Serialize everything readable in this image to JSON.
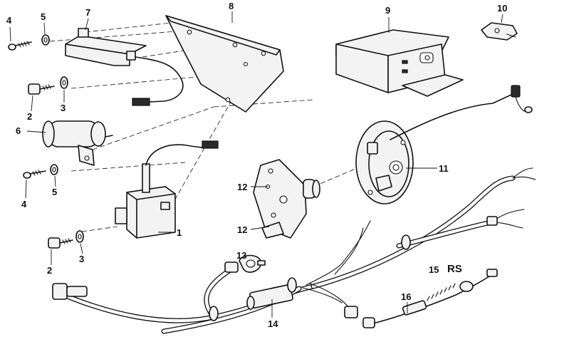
{
  "diagram": {
    "callouts": {
      "c1": "1",
      "c2a": "2",
      "c2b": "2",
      "c3a": "3",
      "c3b": "3",
      "c4a": "4",
      "c4b": "4",
      "c5a": "5",
      "c5b": "5",
      "c6": "6",
      "c7": "7",
      "c8": "8",
      "c9": "9",
      "c10": "10",
      "c11": "11",
      "c12a": "12",
      "c12b": "12",
      "c13": "13",
      "c14": "14",
      "c15": "15",
      "c15_suffix": "RS",
      "c16": "16"
    }
  }
}
